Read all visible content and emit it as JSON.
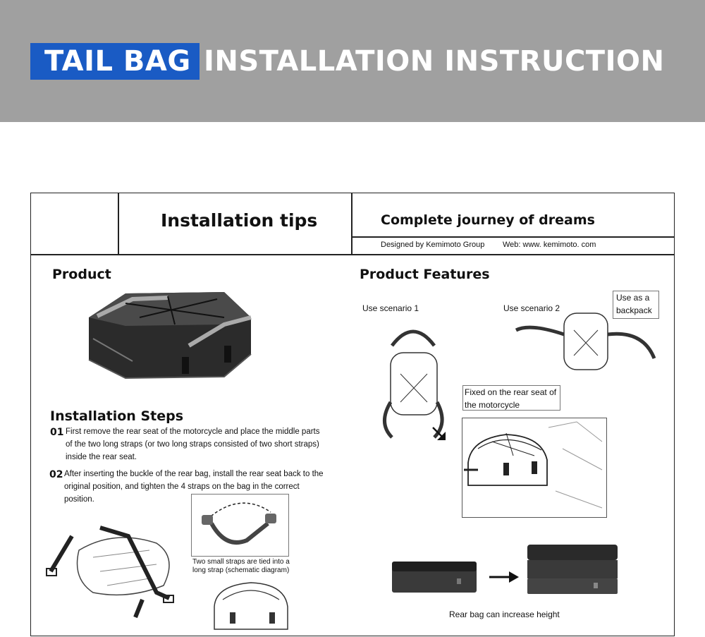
{
  "banner": {
    "highlight": "TAIL BAG",
    "rest": "INSTALLATION INSTRUCTION",
    "highlight_color": "#1a5bc4",
    "background_color": "#a0a0a0"
  },
  "header": {
    "tips_title": "Installation tips",
    "slogan": "Complete journey of dreams",
    "designed_by": "Designed by Kemimoto Group",
    "web": "Web: www. kemimoto. com"
  },
  "product": {
    "heading": "Product"
  },
  "steps": {
    "heading": "Installation Steps",
    "items": [
      {
        "num": "01",
        "text": [
          "First remove the rear seat of the motorcycle and place the middle parts",
          "of the two long straps (or two long straps consisted of two short straps)",
          "inside the rear seat."
        ]
      },
      {
        "num": "02",
        "text": [
          "After inserting the buckle of the rear bag, install the rear seat back to the",
          "original position, and tighten the 4 straps on the bag in the correct",
          "position."
        ]
      }
    ],
    "strap_caption": [
      "Two small straps are tied into a",
      "long strap (schematic diagram)"
    ]
  },
  "features": {
    "heading": "Product Features",
    "scenario1": "Use scenario 1",
    "scenario2": "Use scenario 2",
    "backpack_note": [
      "Use as a",
      "backpack"
    ],
    "seat_note": [
      "Fixed on the rear seat of",
      "the motorcycle"
    ],
    "height_caption": "Rear bag can increase height"
  },
  "icons": {
    "arrow_down_right": "arrow-down-right-icon",
    "arrow_right": "arrow-right-icon"
  }
}
